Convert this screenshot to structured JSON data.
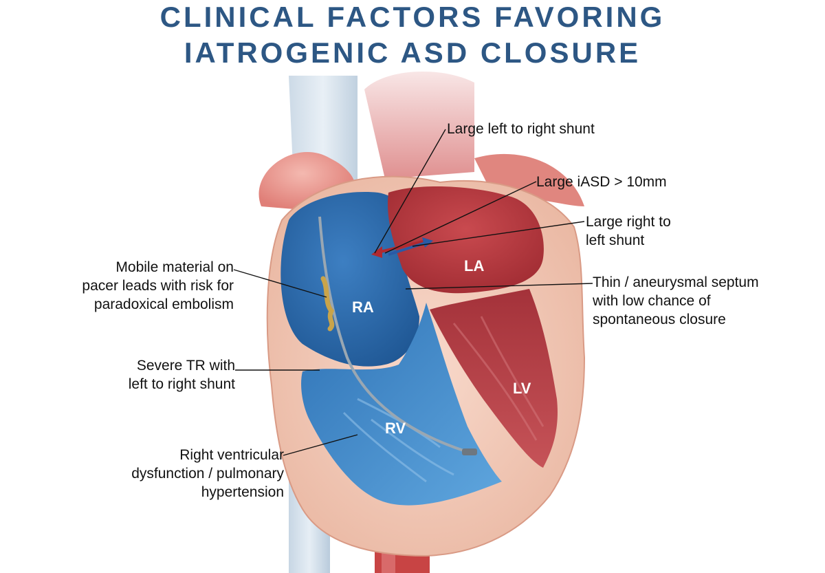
{
  "title": {
    "line1": "CLINICAL FACTORS FAVORING",
    "line2": "IATROGENIC ASD CLOSURE"
  },
  "chambers": {
    "ra": "RA",
    "la": "LA",
    "rv": "RV",
    "lv": "LV"
  },
  "labels": {
    "large_lr_shunt": [
      "Large left to right shunt"
    ],
    "large_iasd": [
      "Large iASD > 10mm"
    ],
    "large_rl_shunt": [
      "Large right to",
      "left shunt"
    ],
    "thin_septum": [
      "Thin / aneurysmal septum",
      "with low chance of",
      "spontaneous closure"
    ],
    "mobile_material": [
      "Mobile material on",
      "pacer leads with risk for",
      "paradoxical embolism"
    ],
    "severe_tr": [
      "Severe TR with",
      "left to right shunt"
    ],
    "rv_dysfunction": [
      "Right ventricular",
      "dysfunction / pulmonary",
      "hypertension"
    ]
  },
  "colors": {
    "title": "#2d5784",
    "right_heart": "#2f6fae",
    "left_heart": "#b83a40",
    "myocardium": "#f2c7b4",
    "shunt_arrow_left": "#b02a30",
    "shunt_arrow_right": "#2a5aa6"
  }
}
